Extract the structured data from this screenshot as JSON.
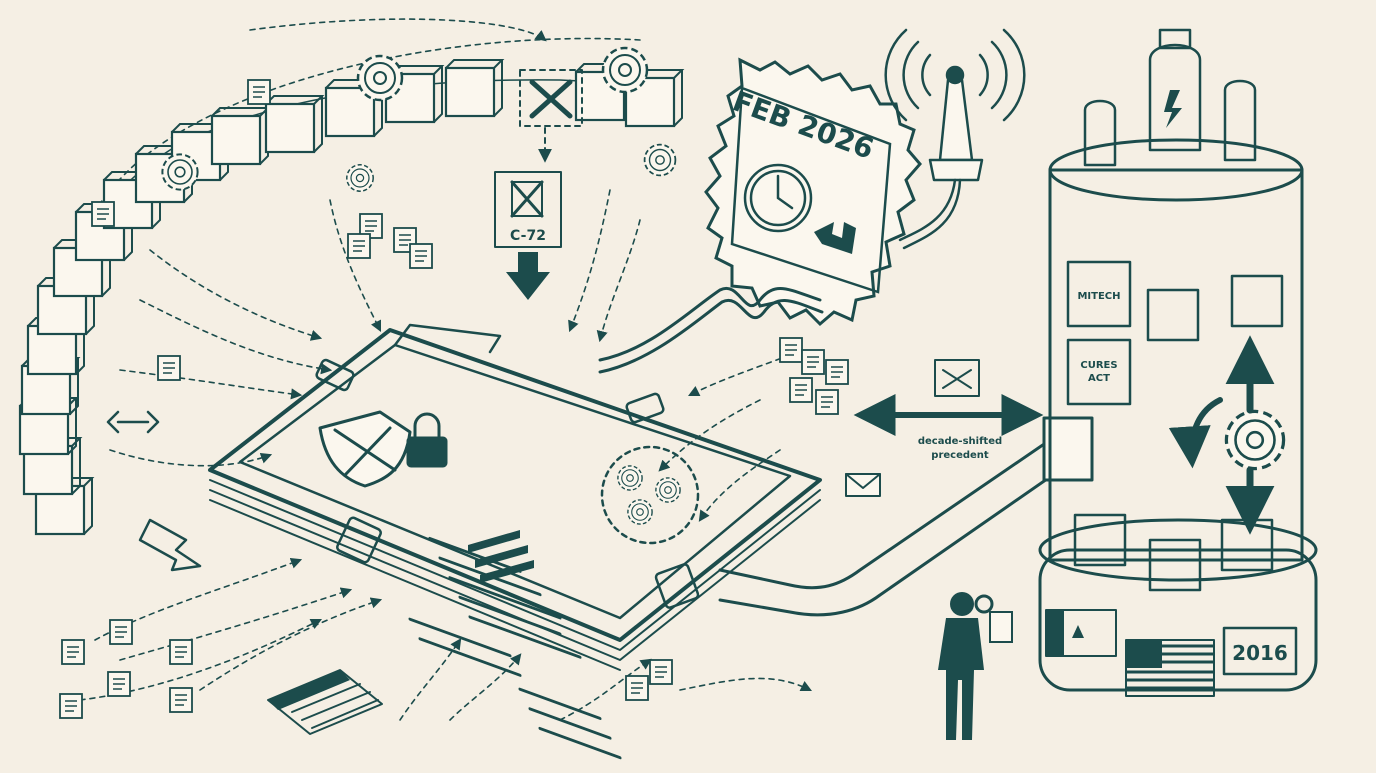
{
  "colors": {
    "background": "#f5efe4",
    "ink": "#1c4c4c",
    "paper": "#fbf7ee"
  },
  "stamp": {
    "date": "FEB 2026",
    "icons": [
      "clock-icon",
      "return-arrow-icon"
    ]
  },
  "blocked_document": {
    "code": "C-72",
    "icon": "crossed-document-icon"
  },
  "connector": {
    "label_line1": "decade-shifted",
    "label_line2": "precedent",
    "icon": "shuffle-icon"
  },
  "machine": {
    "modules": [
      {
        "label": "MITECH"
      },
      {
        "label_line1": "CURES",
        "label_line2": "ACT"
      }
    ],
    "year": "2016",
    "flags": [
      "canada-flag-icon",
      "us-flag-icon"
    ],
    "icons": [
      "vacuum-tube-icon",
      "gear-icon",
      "bidirectional-arrow-icon"
    ]
  },
  "central_folder": {
    "icons": [
      "crossed-shield-icon",
      "padlock-icon",
      "gear-cluster-icon"
    ]
  },
  "figure": {
    "icon": "person-with-magnifier-icon"
  }
}
